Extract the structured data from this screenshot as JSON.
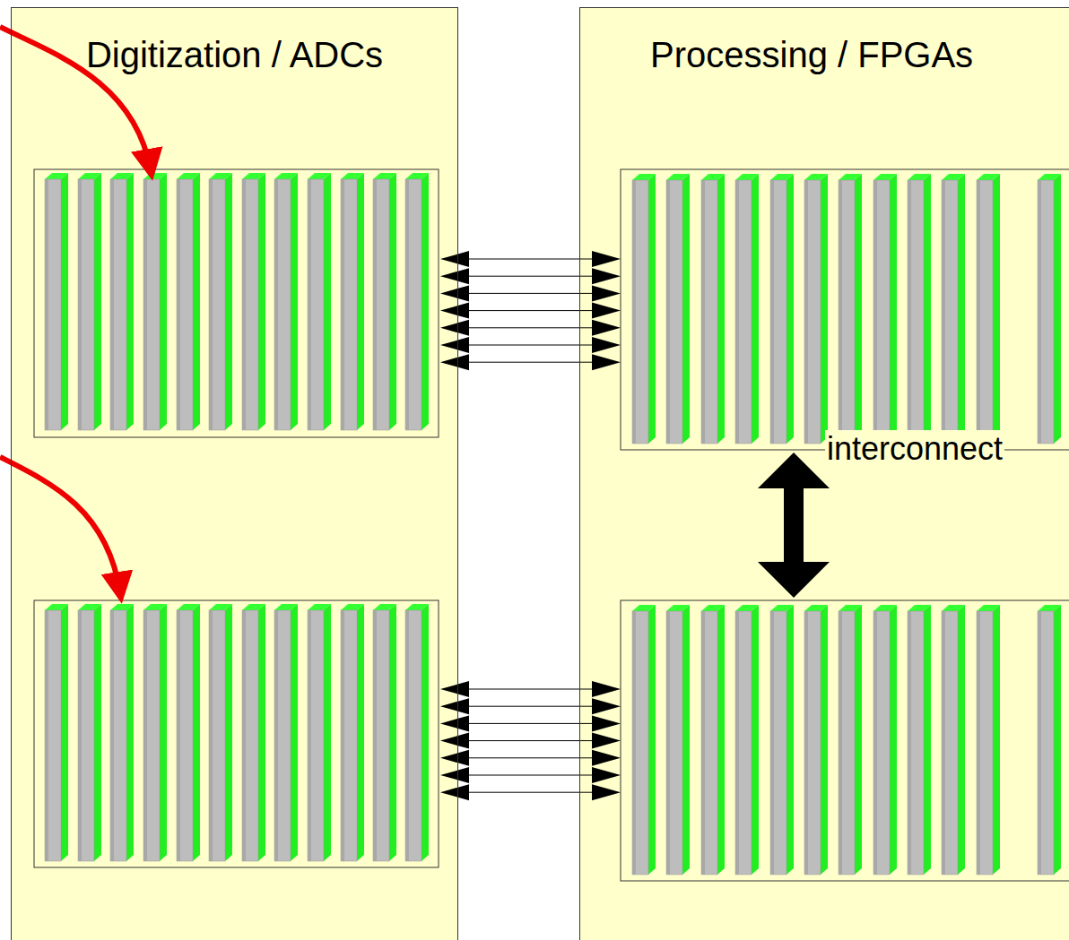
{
  "diagram": {
    "nodes": [
      {
        "text": [
          "Digitization / ADCs"
        ]
      },
      {
        "text": [
          "Processing / FPGAs"
        ]
      }
    ],
    "labels": [
      "interconnect"
    ]
  }
}
